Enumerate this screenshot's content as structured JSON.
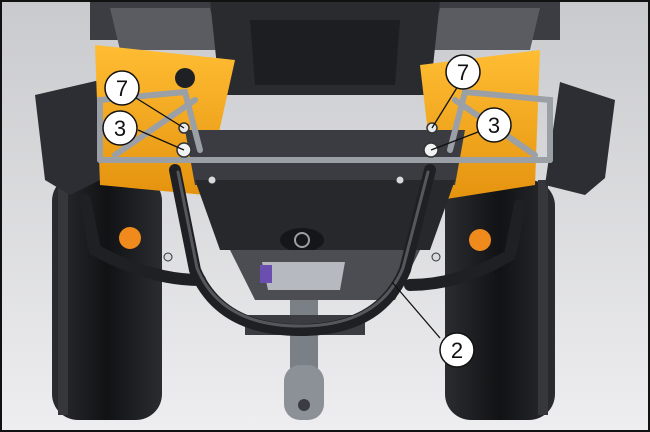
{
  "callouts": [
    {
      "id": "callout-7-left",
      "label": "7"
    },
    {
      "id": "callout-3-left",
      "label": "3"
    },
    {
      "id": "callout-7-right",
      "label": "7"
    },
    {
      "id": "callout-3-right",
      "label": "3"
    },
    {
      "id": "callout-2",
      "label": "2"
    }
  ],
  "colors": {
    "body_yellow": "#f2a51a",
    "frame_gray": "#2a2c30",
    "tire_black": "#1c1d20",
    "rail_silver": "#9aa0a6",
    "background": "#dcdde0"
  }
}
